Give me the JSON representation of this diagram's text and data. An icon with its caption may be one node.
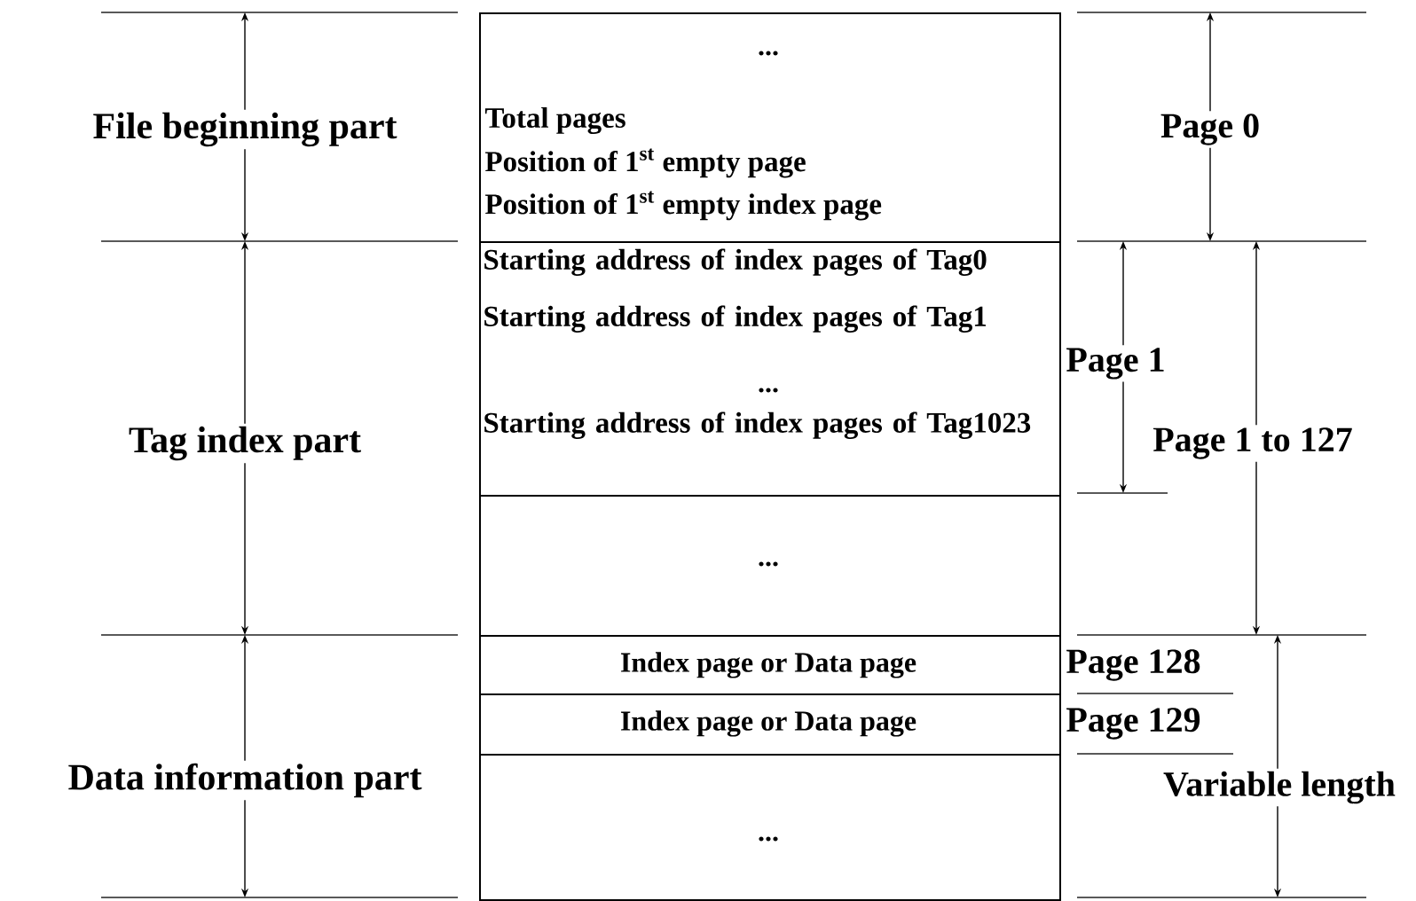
{
  "diagram": {
    "nodes": [
      {
        "text": [
          "...",
          "Total pages",
          "Position of 1$^{st}$ empty page",
          "Position of 1$^{st}$ empty index page"
        ]
      },
      {
        "text": [
          "Starting address of index pages of Tag0",
          "Starting address of index pages of Tag1",
          "...",
          "Starting address of index pages of Tag1023"
        ]
      },
      {
        "text": [
          "..."
        ]
      },
      {
        "text": [
          "Index page or Data page"
        ]
      },
      {
        "text": [
          "Index page or Data page"
        ]
      },
      {
        "text": [
          "..."
        ]
      }
    ],
    "labels": [
      "File beginning part",
      "Page 0",
      "Page 1",
      "Tag index part",
      "Page 1 to 127",
      "Page 128",
      "Page 129",
      "Data information part",
      "Variable length"
    ]
  }
}
